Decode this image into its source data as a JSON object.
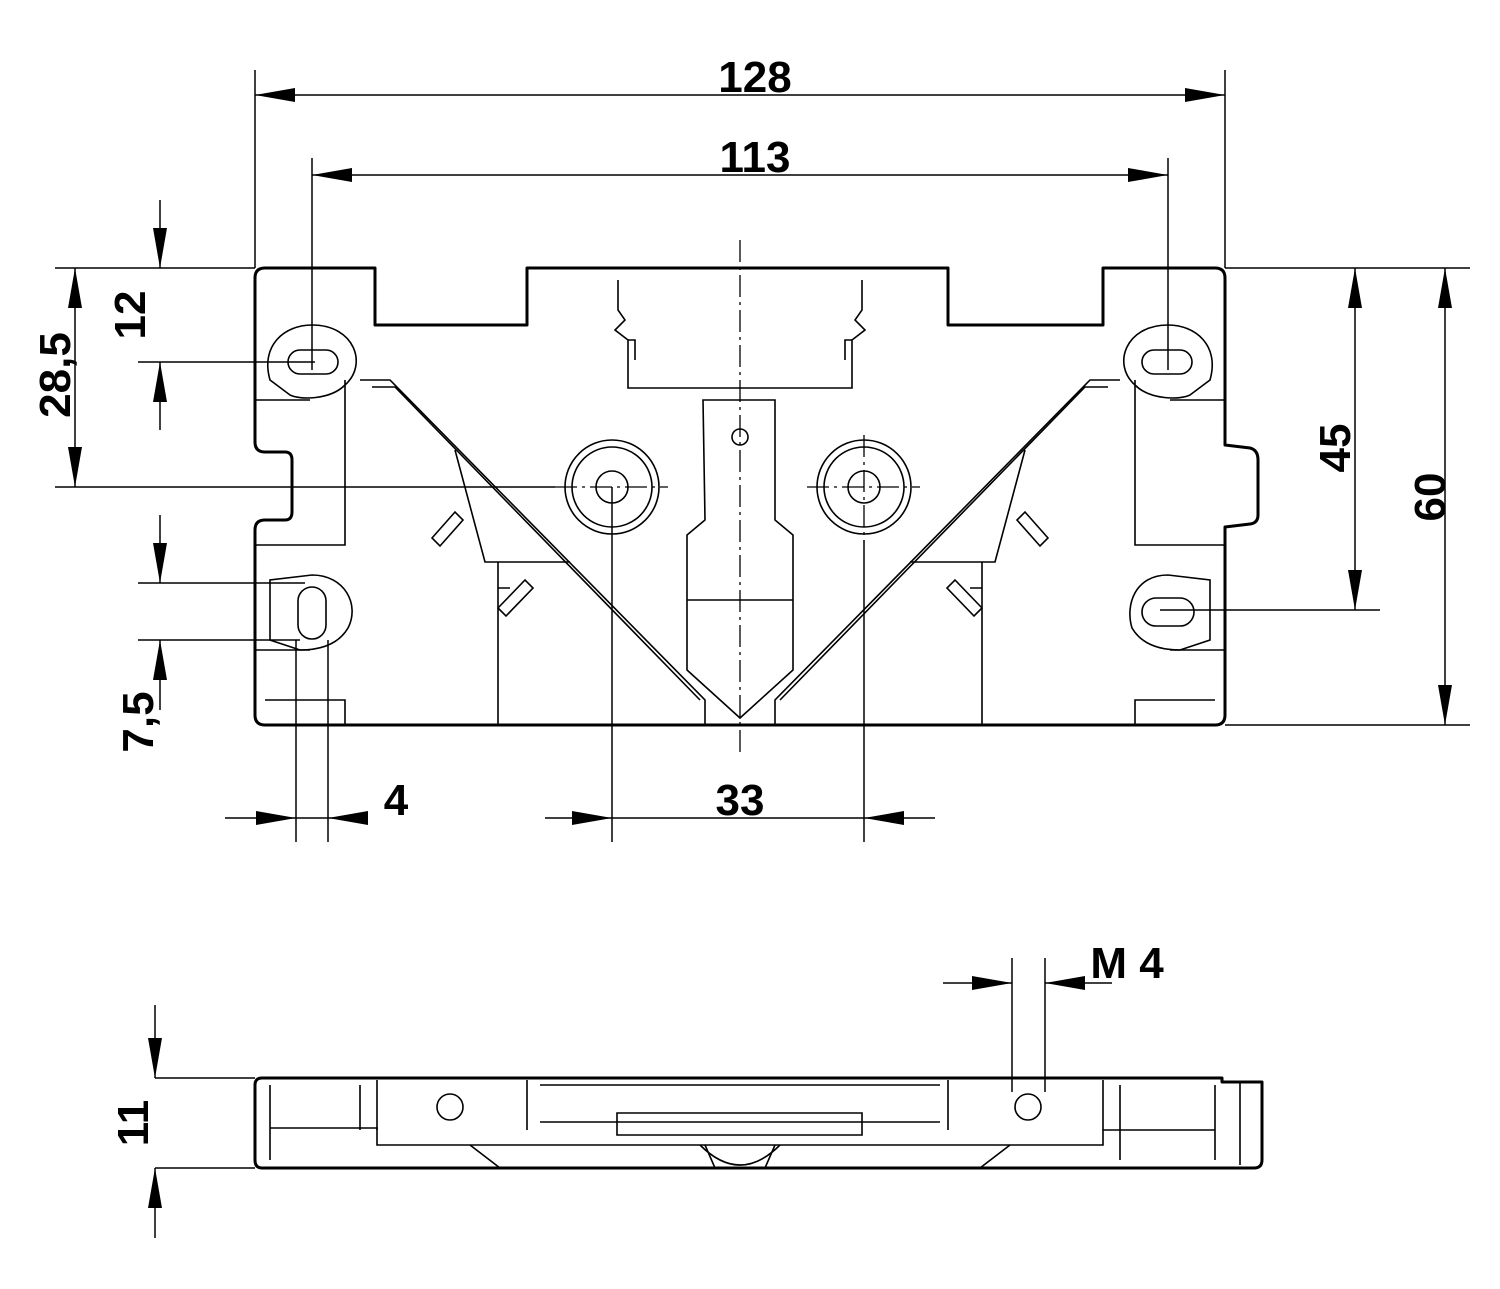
{
  "drawing": {
    "top_view": {
      "overall_width": "128",
      "hole_spacing_width": "113",
      "slot_offset_top": "12",
      "center_offset_top": "28,5",
      "slot_length": "7,5",
      "slot_width": "4",
      "boss_spacing": "33",
      "slot_vertical_spacing": "45",
      "overall_height": "60"
    },
    "side_view": {
      "thickness": "11",
      "thread": "M 4"
    }
  }
}
